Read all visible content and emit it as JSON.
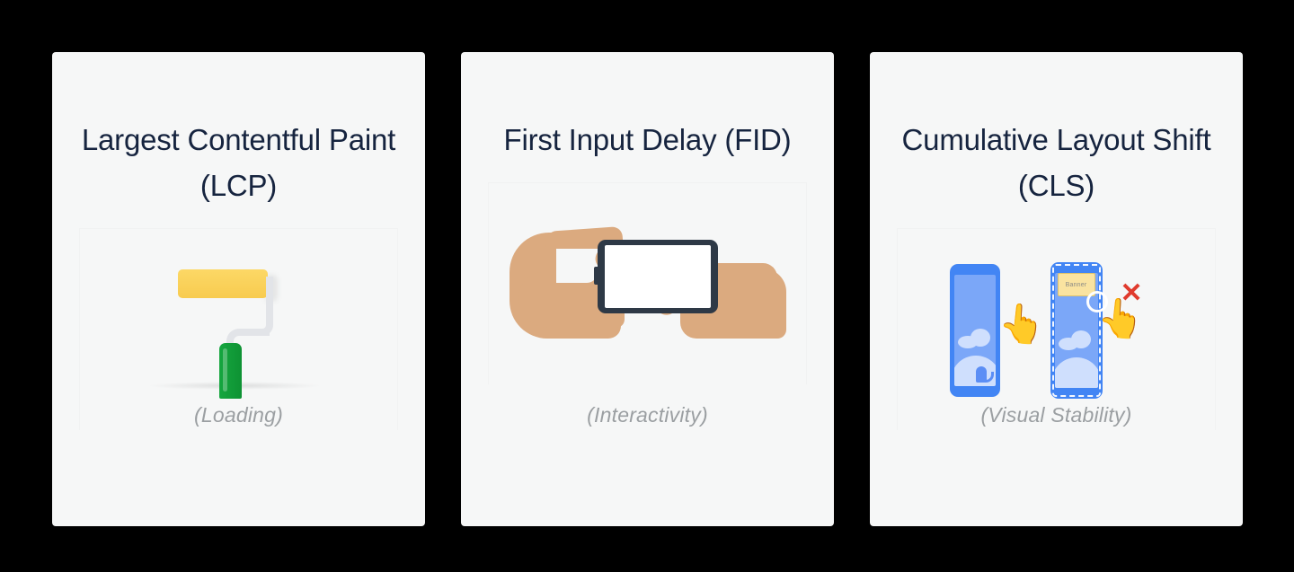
{
  "page": {
    "background_color": "#000000",
    "card_background_color": "#f6f7f7",
    "title_color": "#16243f",
    "caption_color": "#9b9fa2"
  },
  "cards": [
    {
      "title": "Largest Contentful Paint (LCP)",
      "caption": "(Loading)",
      "illustration": "paint-roller",
      "illustration_colors": {
        "roller_head": "#fcd462",
        "handle": "#12a33c",
        "arm": "#e2e4e8"
      }
    },
    {
      "title": "First Input Delay (FID)",
      "caption": "(Interactivity)",
      "illustration": "hands-tapping-phone",
      "illustration_colors": {
        "skin": "#dbaa7f",
        "phone_frame": "#2e3946",
        "phone_screen": "#ffffff"
      }
    },
    {
      "title": "Cumulative Layout Shift (CLS)",
      "caption": "(Visual Stability)",
      "illustration": "phones-banner-shift",
      "banner_label": "Banner",
      "error_mark": "✕",
      "illustration_colors": {
        "phone_body": "#4285f4",
        "phone_screen": "#7ba7f8",
        "banner": "#fae3a0",
        "error": "#e03b2e"
      }
    }
  ]
}
